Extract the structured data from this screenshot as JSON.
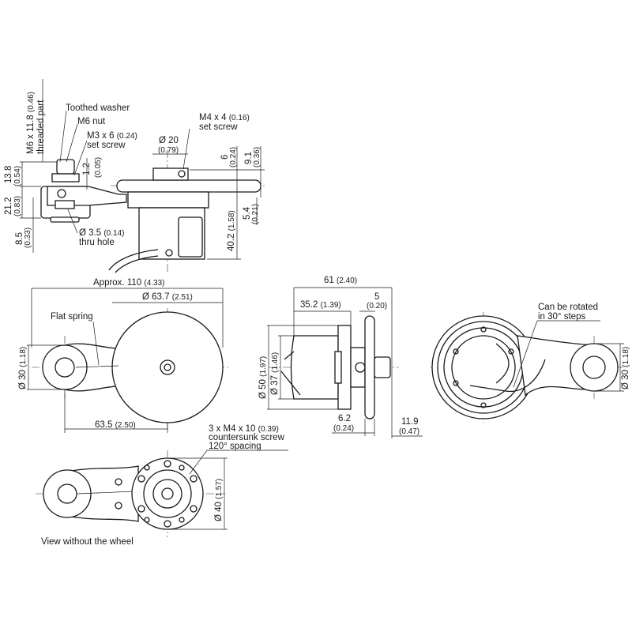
{
  "side_view_top": {
    "threaded_part_dim": "M6 x 11.8",
    "threaded_part_dim_in": "(0.46)",
    "threaded_part_label": "threaded part",
    "toothed_washer": "Toothed washer",
    "m6_nut": "M6 nut",
    "m3_set_screw": "M3 x 6",
    "m3_set_screw_in": "(0.24)",
    "set_screw": "set screw",
    "dim_1_2": "1.2",
    "dim_1_2_in": "(0.05)",
    "dim_d20": "Ø 20",
    "dim_d20_in": "(0.79)",
    "m4_set_screw": "M4 x 4",
    "m4_set_screw_in": "(0.16)",
    "dim_6": "6",
    "dim_6_in": "(0.24)",
    "dim_9_1": "9.1",
    "dim_9_1_in": "(0.36)",
    "dim_13_8": "13.8",
    "dim_13_8_in": "(0.54)",
    "dim_21_2": "21.2",
    "dim_21_2_in": "(0.83)",
    "dim_8_5": "8.5",
    "dim_8_5_in": "(0.33)",
    "thru_hole_dim": "Ø 3.5",
    "thru_hole_dim_in": "(0.14)",
    "thru_hole": "thru hole",
    "dim_5_4": "5.4",
    "dim_5_4_in": "(0.21)",
    "dim_40_2": "40.2",
    "dim_40_2_in": "(1.58)"
  },
  "front_view": {
    "length": "Approx. 110",
    "length_in": "(4.33)",
    "wheel_dia": "Ø 63.7",
    "wheel_dia_in": "(2.51)",
    "flat_spring": "Flat spring",
    "arm_dia": "Ø 30",
    "arm_dia_in": "(1.18)",
    "center_dist": "63.5",
    "center_dist_in": "(2.50)"
  },
  "side_view_mid": {
    "dim_61": "61",
    "dim_61_in": "(2.40)",
    "dim_35_2": "35.2",
    "dim_35_2_in": "(1.39)",
    "dim_5": "5",
    "dim_5_in": "(0.20)",
    "dim_d50": "Ø 50",
    "dim_d50_in": "(1.97)",
    "dim_d37": "Ø 37",
    "dim_d37_in": "(1.46)",
    "dim_6_2": "6.2",
    "dim_6_2_in": "(0.24)",
    "dim_11_9": "11.9",
    "dim_11_9_in": "(0.47)"
  },
  "rear_view": {
    "rotate_note_1": "Can be rotated",
    "rotate_note_2": "in 30° steps",
    "arm_dia": "Ø 30",
    "arm_dia_in": "(1.18)"
  },
  "bottom_view": {
    "screw_1": "3 x M4 x 10",
    "screw_1_in": "(0.39)",
    "screw_2": "countersunk screw",
    "screw_3": "120° spacing",
    "dia": "Ø 40",
    "dia_in": "(1.57)",
    "caption": "View without the wheel"
  }
}
